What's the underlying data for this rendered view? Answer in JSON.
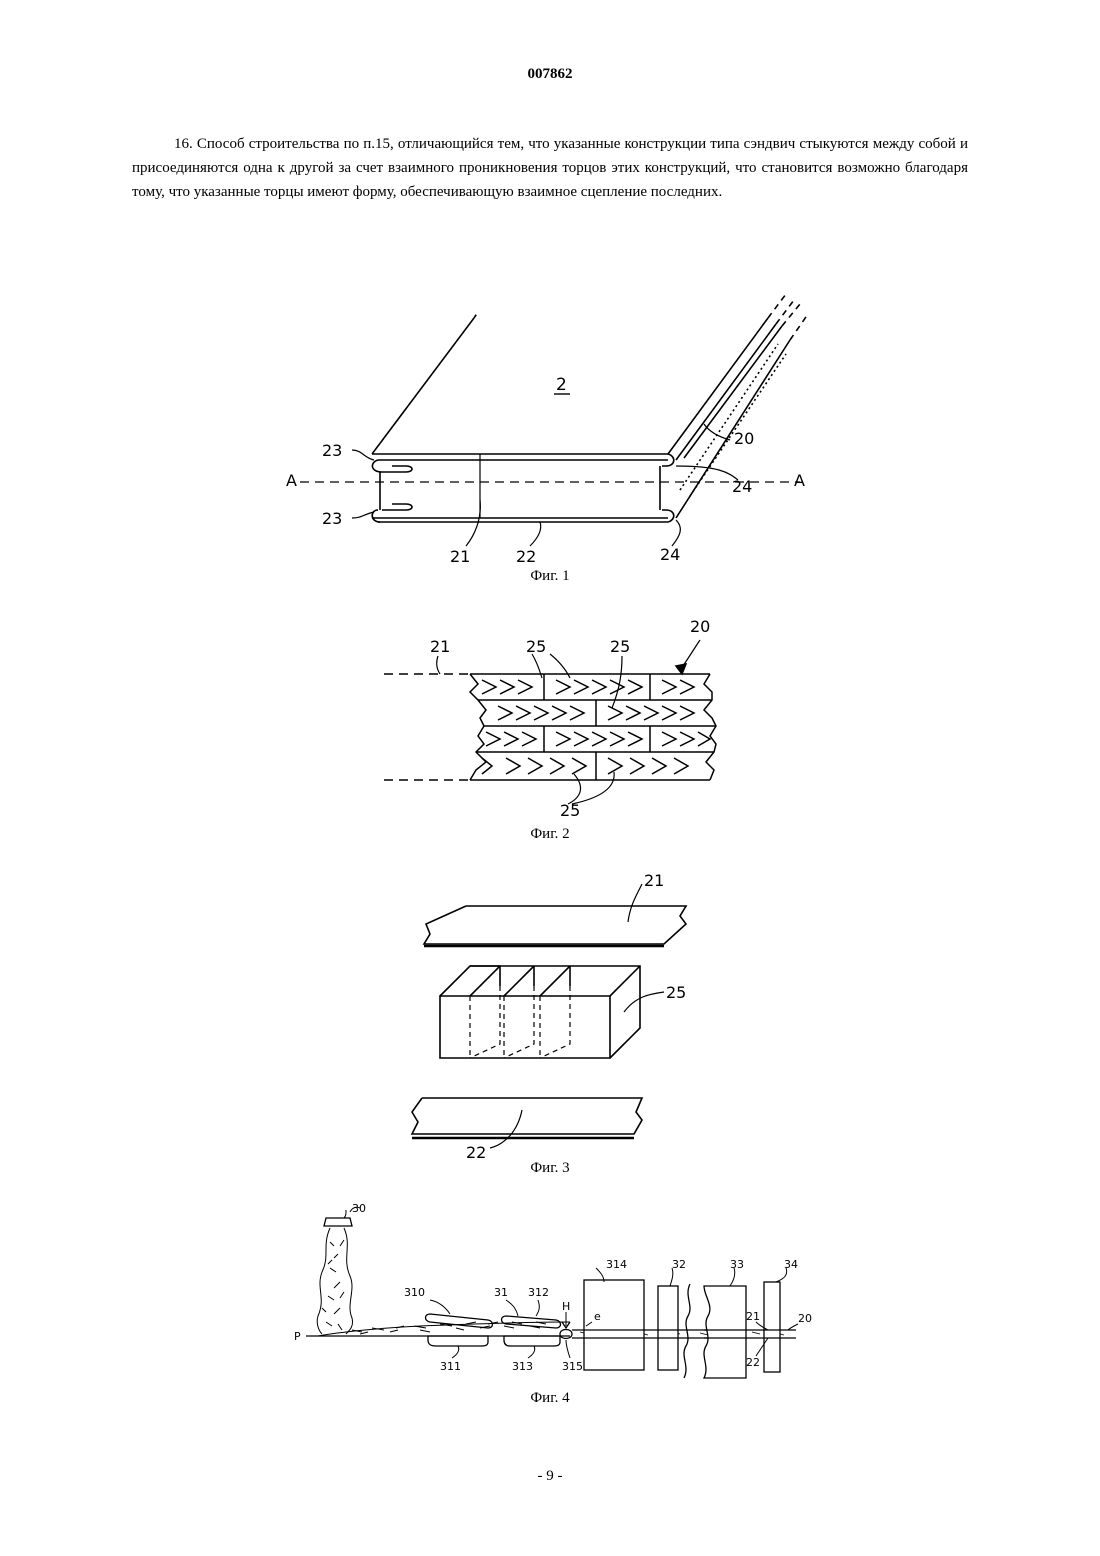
{
  "header": {
    "doc_number": "007862"
  },
  "claim": {
    "text": "16. Способ строительства по п.15, отличающийся тем, что указанные конструкции типа сэндвич стыкуются между собой и присоединяются одна к другой за счет взаимного проникновения торцов этих конструкций, что становится возможно благодаря тому, что указанные торцы имеют форму, обеспечивающую взаимное сцепление последних."
  },
  "figures": {
    "fig1": {
      "caption": "Фиг. 1",
      "labels": {
        "panel": "2",
        "l20": "20",
        "l21": "21",
        "l22": "22",
        "l23a": "23",
        "l23b": "23",
        "l24a": "24",
        "l24b": "24",
        "a_left": "A",
        "a_right": "A"
      }
    },
    "fig2": {
      "caption": "Фиг. 2",
      "labels": {
        "l20": "20",
        "l21": "21",
        "l25a": "25",
        "l25b": "25",
        "l25c": "25"
      }
    },
    "fig3": {
      "caption": "Фиг. 3",
      "labels": {
        "l21": "21",
        "l22": "22",
        "l25": "25"
      }
    },
    "fig4": {
      "caption": "Фиг. 4",
      "labels": {
        "l30": "30",
        "l31": "31",
        "l310": "310",
        "l311": "311",
        "l312": "312",
        "l313": "313",
        "l314": "314",
        "l315": "315",
        "l32": "32",
        "l33": "33",
        "l34": "34",
        "l20": "20",
        "l21": "21",
        "l22": "22",
        "lP": "P",
        "lH": "H",
        "le": "e"
      }
    }
  },
  "footer": {
    "page": "- 9 -"
  }
}
